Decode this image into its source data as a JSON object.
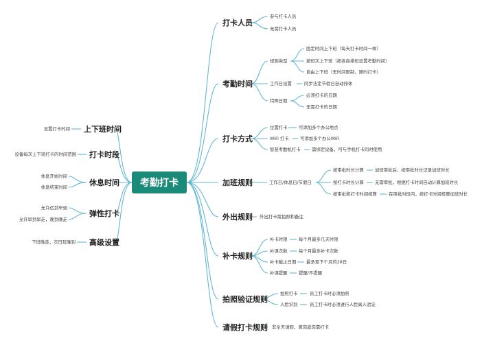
{
  "colors": {
    "root_bg": "#1b8a78",
    "link": "#62b6d3",
    "text": "#333333"
  },
  "root": {
    "label": "考勤打卡"
  },
  "right": [
    {
      "label": "打卡人员",
      "children": [
        {
          "label": "参与打卡人员"
        },
        {
          "label": "无需打卡人员"
        }
      ]
    },
    {
      "label": "考勤时间",
      "children": [
        {
          "label": "规则类型",
          "children": [
            {
              "label": "固定时间上下班（每天打卡时间一样）"
            },
            {
              "label": "按班次上下班（按各自排班设置考勤时间）"
            },
            {
              "label": "自由上下班（无时间限制，随时打卡）"
            }
          ]
        },
        {
          "label": "工作日设置",
          "children": [
            {
              "label": "同步法定节假日自动排休"
            }
          ]
        },
        {
          "label": "特殊日期",
          "children": [
            {
              "label": "必须打卡的日期"
            },
            {
              "label": "无需打卡的日期"
            }
          ]
        }
      ]
    },
    {
      "label": "打卡方式",
      "children": [
        {
          "label": "位置打卡",
          "children": [
            {
              "label": "可添加多个办公地点"
            }
          ]
        },
        {
          "label": "WiFi 打卡",
          "children": [
            {
              "label": "可添加多个办公WiFi"
            }
          ]
        },
        {
          "label": "智慧考勤机打卡",
          "children": [
            {
              "label": "需绑定设备，可与手机打卡同时使用"
            }
          ]
        }
      ]
    },
    {
      "label": "加班规则",
      "children": [
        {
          "label": "工作日/休息日/节假日",
          "children": [
            {
              "label": "按审批时长计算",
              "children": [
                {
                  "label": "加班审批后，按审批时长记录加班时长"
                }
              ]
            },
            {
              "label": "按打卡时长计算",
              "children": [
                {
                  "label": "无需审批，根据打卡时间自动计算加班时长"
                }
              ]
            },
            {
              "label": "按审批和打卡时间核算",
              "children": [
                {
                  "label": "在审批时段内，按打卡时间核算加班时长"
                }
              ]
            }
          ]
        }
      ]
    },
    {
      "label": "外出规则",
      "children": [
        {
          "label": "外出打卡需拍照和备注"
        }
      ]
    },
    {
      "label": "补卡规则",
      "children": [
        {
          "label": "补卡时限",
          "children": [
            {
              "label": "每个月最多几天时限"
            }
          ]
        },
        {
          "label": "补课次数",
          "children": [
            {
              "label": "每个月最多补卡次数"
            }
          ]
        },
        {
          "label": "补卡截止日期",
          "children": [
            {
              "label": "最多至下个月的28日"
            }
          ]
        },
        {
          "label": "补课提醒",
          "children": [
            {
              "label": "提醒/不提醒"
            }
          ]
        }
      ]
    },
    {
      "label": "拍照验证规则",
      "children": [
        {
          "label": "拍照打卡",
          "children": [
            {
              "label": "员工打卡时必须拍照"
            }
          ]
        },
        {
          "label": "人脸识别",
          "children": [
            {
              "label": "员工打卡时必须进行人脸真人验证"
            }
          ]
        }
      ]
    },
    {
      "label": "请假打卡规则",
      "children": [
        {
          "label": "非全天请假，离岗返岗需打卡"
        }
      ]
    }
  ],
  "left": [
    {
      "label": "上下班时间",
      "children": [
        {
          "label": "设置打卡时间"
        }
      ]
    },
    {
      "label": "打卡时段",
      "children": [
        {
          "label": "设备每次上下班打卡的时间范围"
        }
      ]
    },
    {
      "label": "休息时间",
      "children": [
        {
          "label": "休息开始时间"
        },
        {
          "label": "休息结束时间"
        }
      ]
    },
    {
      "label": "弹性打卡",
      "children": [
        {
          "label": "允许迟到早退"
        },
        {
          "label": "允许早到早走，晚到晚走"
        }
      ]
    },
    {
      "label": "高级设置",
      "children": [
        {
          "label": "下班晚走，次日玩晚到"
        }
      ]
    }
  ]
}
